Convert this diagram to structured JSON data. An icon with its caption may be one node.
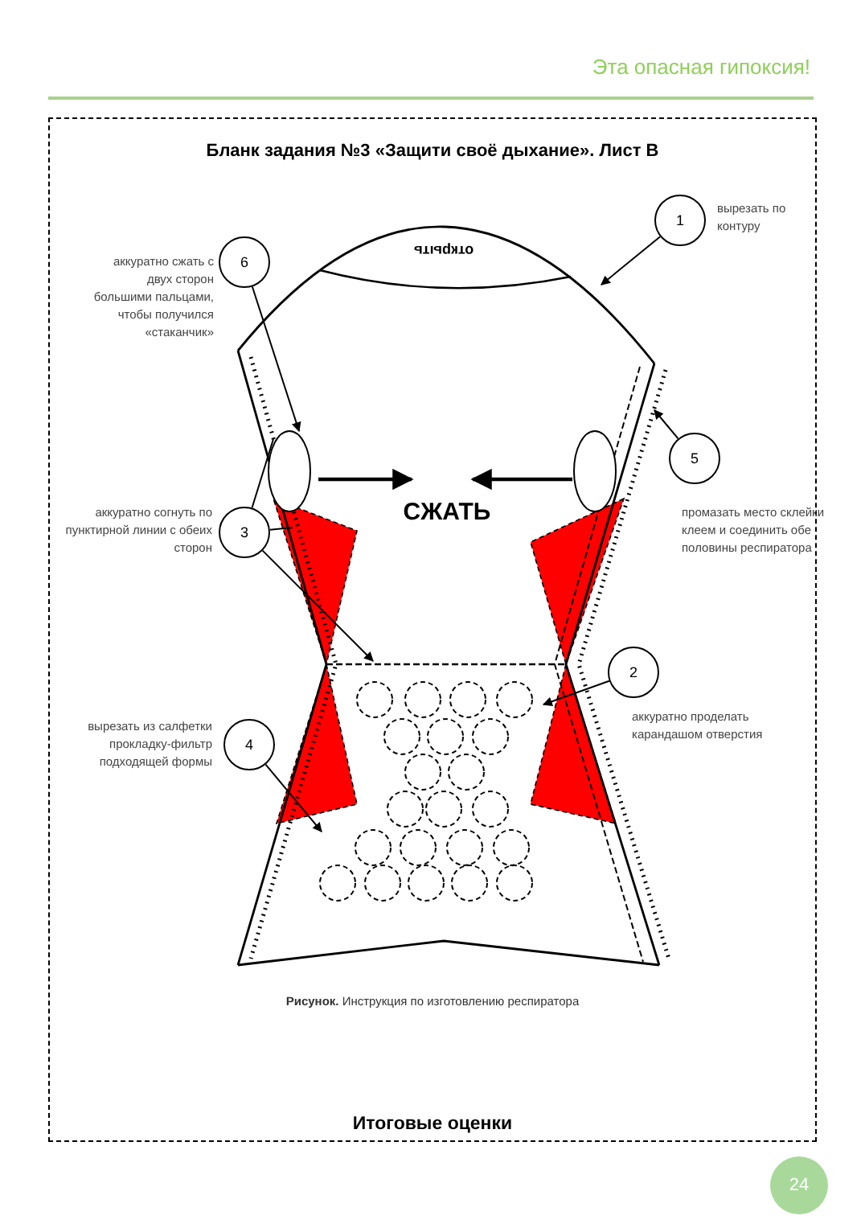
{
  "diagram": {
    "title": "Бланк задания №3 «Защити своё дыхание». Лист В",
    "caption": "**Рисунок.** Инструкция по изготовлению респиратора",
    "nodes": [
      {
        "text": [
          "1"
        ],
        "beside": [
          "вырезать по контуру"
        ]
      },
      {
        "text": [
          "6"
        ],
        "beside": [
          "аккуратно сжать с двух сторон большими пальцами, чтобы получился «стаканчик»"
        ]
      },
      {
        "text": [
          "5"
        ],
        "beside": [
          "промазать место склейки клеем и соединить обе половины респиратора"
        ]
      },
      {
        "text": [
          "3"
        ],
        "beside": [
          "аккуратно согнуть по пунктирной линии с обеих сторон"
        ]
      },
      {
        "text": [
          "2"
        ],
        "beside": [
          "аккуратно проделать карандашом отверстия"
        ]
      },
      {
        "text": [
          "4"
        ],
        "beside": [
          "вырезать из салфетки прокладку-фильтр подходящей формы"
        ]
      }
    ],
    "edges": [
      {
        "from": 0,
        "to": null,
        "arrow": "to"
      },
      {
        "from": 1,
        "to": null,
        "arrow": "to"
      },
      {
        "from": 2,
        "to": null,
        "arrow": "to"
      },
      {
        "from": 3,
        "to": null,
        "arrow": "none"
      },
      {
        "from": 3,
        "to": null,
        "arrow": "none"
      },
      {
        "from": 3,
        "to": null,
        "arrow": "to"
      },
      {
        "from": 4,
        "to": null,
        "arrow": "to"
      },
      {
        "from": 5,
        "to": null,
        "arrow": "to"
      }
    ],
    "labels": [
      "Эта опасная гипоксия!",
      "открыть",
      "СЖАТЬ",
      "Итоговые оценки",
      "24"
    ]
  }
}
